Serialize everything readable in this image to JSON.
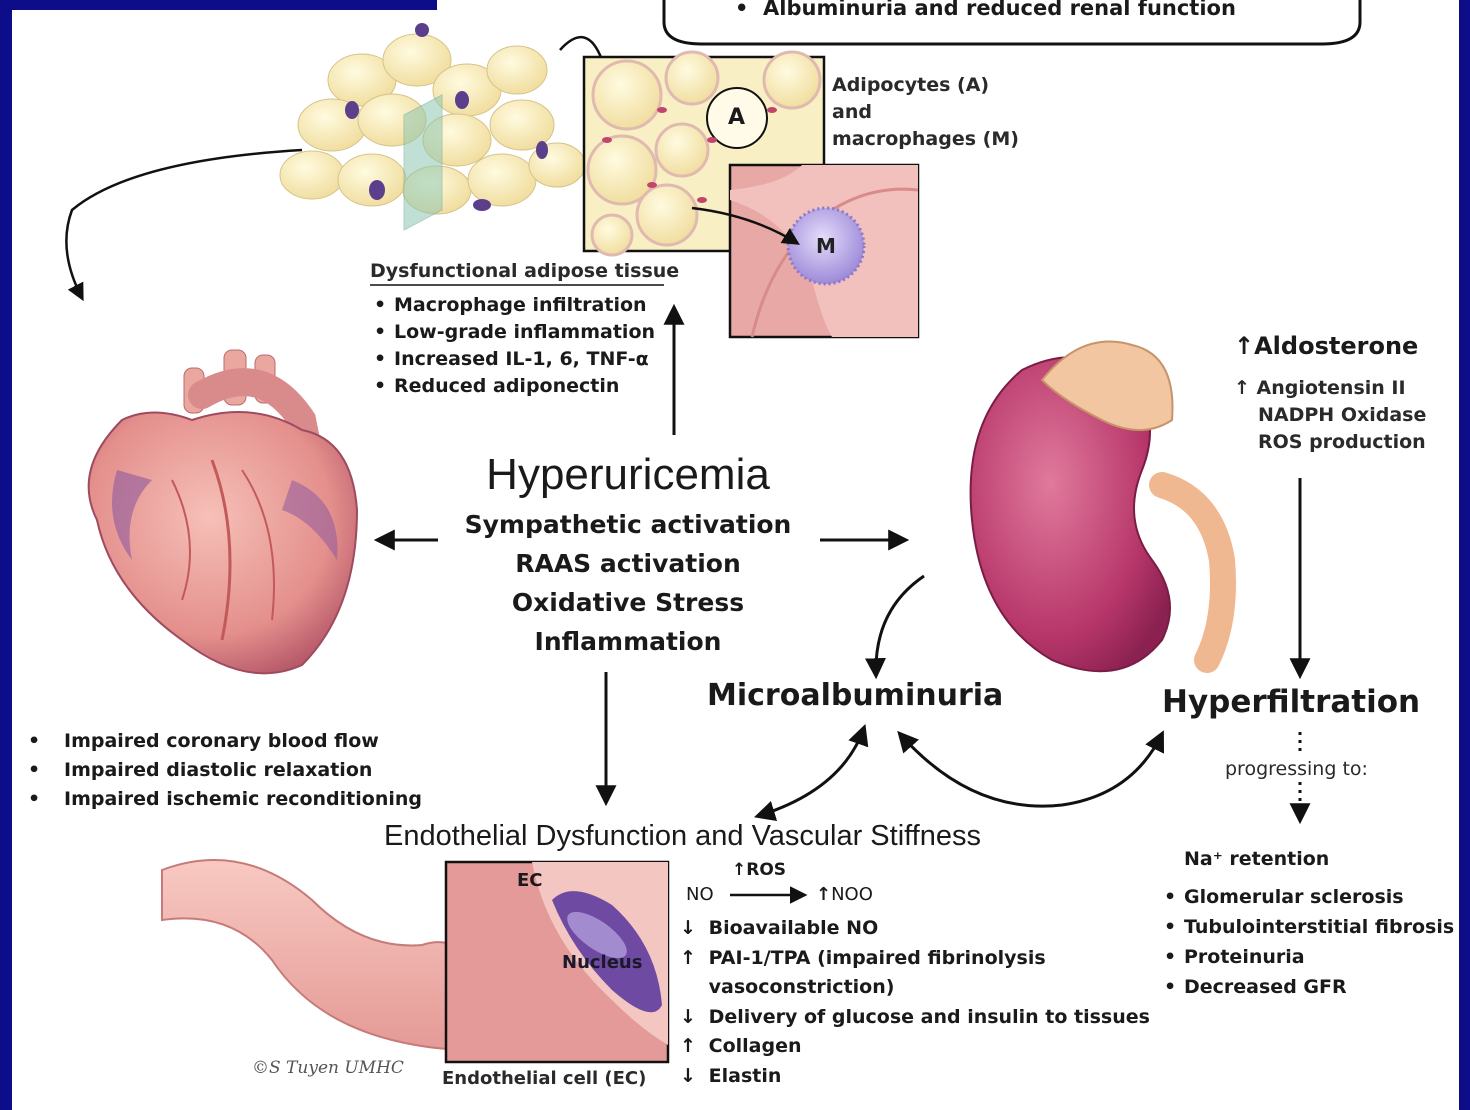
{
  "top_box": {
    "bullet": "Albuminuria and reduced renal function"
  },
  "adipose": {
    "label_a": "A",
    "label_m": "M",
    "legend": [
      "Adipocytes (A)",
      "and",
      "macrophages (M)"
    ],
    "heading": "Dysfunctional adipose tissue",
    "items": [
      "Macrophage infiltration",
      "Low-grade inflammation",
      "Increased IL-1, 6, TNF-α",
      "Reduced adiponectin"
    ]
  },
  "center": {
    "title": "Hyperuricemia",
    "items": [
      "Sympathetic activation",
      "RAAS activation",
      "Oxidative Stress",
      "Inflammation"
    ]
  },
  "kidney": {
    "aldosterone": "Aldosterone",
    "items": [
      "Angiotensin II",
      "NADPH Oxidase",
      "ROS production"
    ],
    "up_glyph": "↑"
  },
  "microalbuminuria": "Microalbuminuria",
  "hyperfiltration": "Hyperfiltration",
  "progressing": "progressing to:",
  "renal_outcomes": {
    "heading": "Na⁺ retention",
    "items": [
      "Glomerular sclerosis",
      "Tubulointerstitial fibrosis",
      "Proteinuria",
      "Decreased GFR"
    ]
  },
  "heart_effects": [
    "Impaired coronary blood flow",
    "Impaired diastolic relaxation",
    "Impaired ischemic reconditioning"
  ],
  "endothelial": {
    "title": "Endothelial Dysfunction and Vascular Stiffness",
    "ec_label": "EC",
    "nucleus_label": "Nucleus",
    "caption": "Endothelial cell (EC)",
    "signature": "©S Tuyen UMHC",
    "ros": "ROS",
    "no": "NO",
    "noo": "NOO",
    "effects": [
      {
        "dir": "↓",
        "text": "Bioavailable NO"
      },
      {
        "dir": "↑",
        "text": "PAI-1/TPA  (impaired fibrinolysis"
      },
      {
        "dir": "",
        "text": "vasoconstriction)"
      },
      {
        "dir": "↓",
        "text": "Delivery of glucose and insulin to tissues"
      },
      {
        "dir": "↑",
        "text": "Collagen"
      },
      {
        "dir": "↓",
        "text": "Elastin"
      }
    ]
  }
}
